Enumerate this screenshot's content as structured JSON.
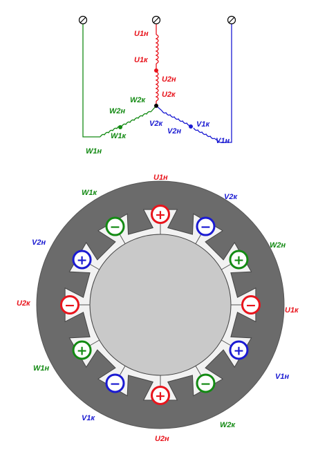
{
  "colors": {
    "u": "#e8141c",
    "v": "#1a1ad2",
    "w": "#138a13",
    "stator": "#6b6b6b",
    "slot": "#f2f2f2",
    "rotor": "#c9c9c9",
    "outline": "#444444"
  },
  "terminal_symbol": "⊘",
  "star": {
    "u_top": "U1н",
    "u_coil_end": "U1к",
    "u_mid": "U2н",
    "u_center": "U2к",
    "w_center": "W2к",
    "w_mid": "W2н",
    "w_coil_end": "W1к",
    "w_bottom": "W1н",
    "v_center": "V2к",
    "v_mid": "V2н",
    "v_coil_end": "V1к",
    "v_bottom": "V1н"
  },
  "stator_labels": {
    "top": "U1н",
    "top_left": "W1к",
    "top_right": "V2к",
    "upper_left": "V2н",
    "upper_right": "W2н",
    "left": "U2к",
    "right": "U1к",
    "lower_left": "W1н",
    "lower_right": "V1н",
    "bottom_left": "V1к",
    "bottom_right": "W2к",
    "bottom": "U2н"
  },
  "slots": [
    {
      "phase": "u",
      "sign": "+"
    },
    {
      "phase": "v",
      "sign": "−"
    },
    {
      "phase": "w",
      "sign": "+"
    },
    {
      "phase": "u",
      "sign": "−"
    },
    {
      "phase": "v",
      "sign": "+"
    },
    {
      "phase": "w",
      "sign": "−"
    },
    {
      "phase": "u",
      "sign": "+"
    },
    {
      "phase": "v",
      "sign": "−"
    },
    {
      "phase": "w",
      "sign": "+"
    },
    {
      "phase": "u",
      "sign": "−"
    },
    {
      "phase": "v",
      "sign": "+"
    },
    {
      "phase": "w",
      "sign": "−"
    }
  ]
}
